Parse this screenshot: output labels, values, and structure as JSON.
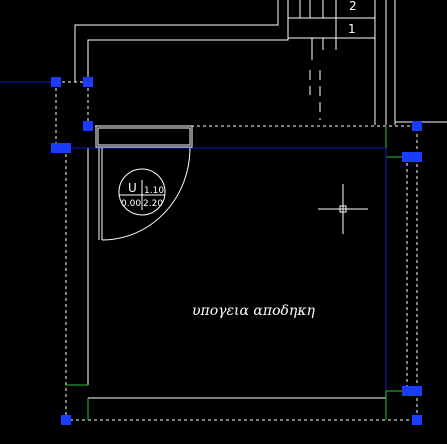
{
  "drawing": {
    "room_label": "υπογεια αποδηκη",
    "stair_step_numbers": [
      "2",
      "1"
    ],
    "tag": {
      "letter": "U",
      "top_value": "1.10",
      "bottom_left_value": "0.00",
      "bottom_right_value": "2.20"
    }
  },
  "colors": {
    "background": "#000000",
    "lines": "#ffffff",
    "selection": "#1818c8",
    "grip": "#1a3cff",
    "wall_green": "#2fbf3a"
  },
  "icons": {
    "cursor": "crosshair-icon"
  }
}
